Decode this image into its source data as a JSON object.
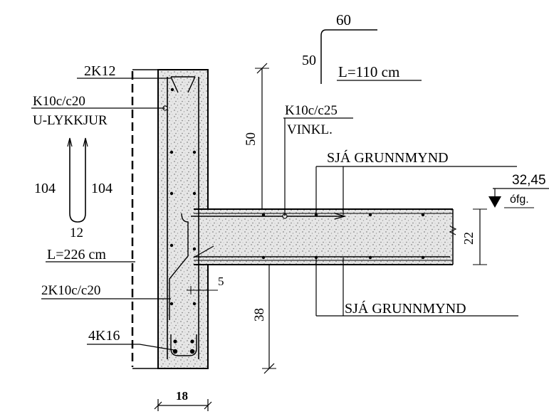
{
  "labels": {
    "top_bar_left": "60",
    "top_bar_down": "50",
    "top_bar_length": "L=110 cm",
    "wall_top_bars": "2K12",
    "u_loops_spec": "K10c/c20",
    "u_loops_name": "U-LYKKJUR",
    "u_leg_left": "104",
    "u_leg_right": "104",
    "u_bottom": "12",
    "u_length": "L=226 cm",
    "slab_dim_50": "50",
    "angle_bar_spec": "K10c/c25",
    "angle_bar_name": "VINKL.",
    "see_plan_top": "SJÁ GRUNNMYND",
    "level_value": "32,45",
    "level_tag": "ófg.",
    "slab_thickness": "22",
    "wall_bars_mid": "2K10c/c20",
    "dim_5": "5",
    "dim_38": "38",
    "see_plan_bottom": "SJÁ GRUNNMYND",
    "wall_bottom_bars": "4K16",
    "wall_width": "18"
  }
}
